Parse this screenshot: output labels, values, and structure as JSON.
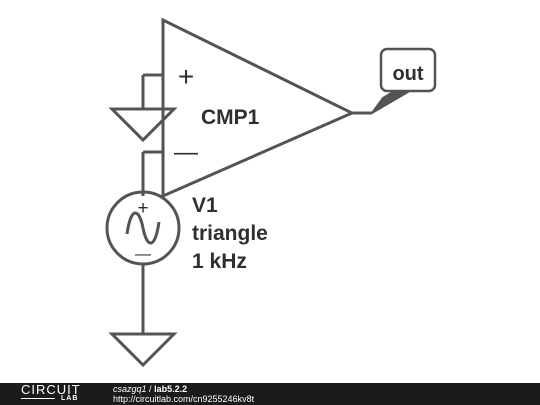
{
  "diagram": {
    "comparator": {
      "name": "CMP1",
      "plus_sign": "+",
      "minus_sign": "—"
    },
    "output_port": "out",
    "source": {
      "name": "V1",
      "waveform": "triangle",
      "frequency": "1 kHz",
      "plus_sign": "+",
      "minus_sign": "—"
    },
    "colors": {
      "wire": "#545454",
      "text": "#2f2f2f",
      "background": "#ffffff"
    }
  },
  "footer": {
    "brand_top": "CIRCUIT",
    "brand_bottom": "LAB",
    "user": "csazgq1",
    "separator": "/",
    "project": "lab5.2.2",
    "url": "http://circuitlab.com/cn9255246kv8t"
  }
}
